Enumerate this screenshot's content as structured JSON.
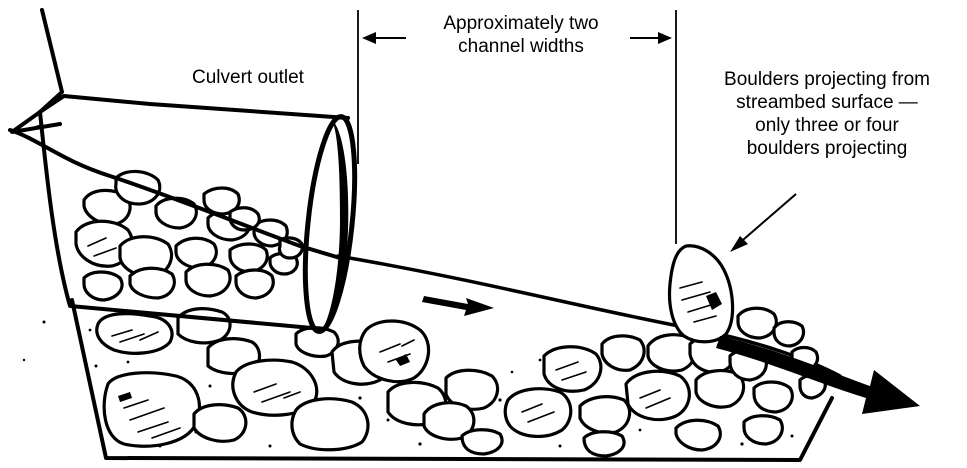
{
  "labels": {
    "culvert_outlet": "Culvert outlet",
    "channel_widths": [
      "Approximately two",
      "channel widths"
    ],
    "boulders": [
      "Boulders projecting from",
      "streambed surface —",
      "only three or four",
      "boulders projecting"
    ]
  },
  "colors": {
    "ink": "#000000",
    "paper": "#ffffff"
  },
  "icons": {
    "flow_arrow": "arrow-right-icon",
    "callout_arrow": "arrow-down-left-icon",
    "dimension_arrows": "double-arrow-horizontal-icon"
  }
}
